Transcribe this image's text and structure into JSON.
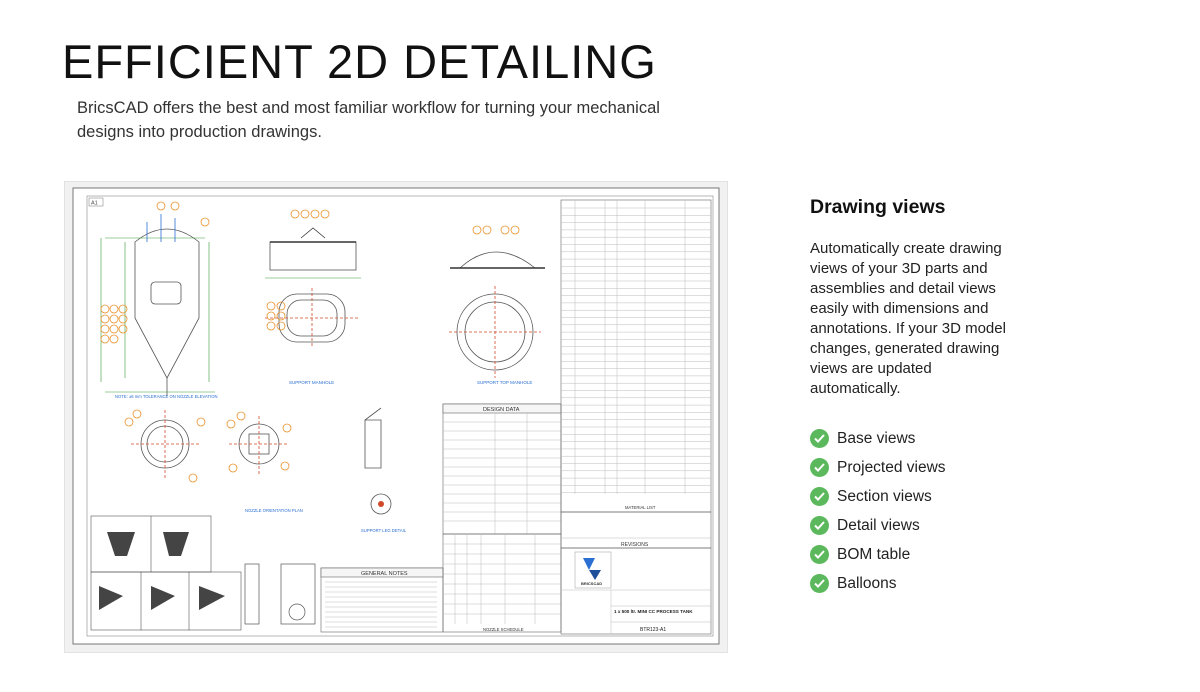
{
  "hero": {
    "title": "EFFICIENT 2D DETAILING",
    "subtitle": "BricsCAD offers the best and most familiar workflow for turning your mechanical designs into production drawings."
  },
  "drawing": {
    "sheet_label": "A1",
    "design_data_title": "DESIGN DATA",
    "general_notes_title": "GENERAL NOTES",
    "revisions_title": "REVISIONS",
    "material_list_title": "MATERIAL LIST",
    "nozzle_schedule_title": "NOZZLE SCHEDULE",
    "title_block_name": "1 x 500 ltr. MINI CC PROCESS TANK",
    "drawing_number": "BTR123-A1",
    "logo_text": "BRICSCAD",
    "views": {
      "support_manhole": "SUPPORT MANHOLE",
      "support_top_manhole": "SUPPORT TOP MANHOLE",
      "nozzle_orientation": "NOZZLE ORIENTATION PLAN",
      "support_leg": "SUPPORT LEG DETAIL",
      "note": "NOTE: ±6 mm TOLERANCE ON NOZZLE ELEVATION"
    }
  },
  "panel": {
    "heading": "Drawing views",
    "description": "Automatically create drawing views of your 3D parts and assemblies and detail views easily with dimensions and annotations. If your 3D model changes, generated drawing views are updated automatically.",
    "features": [
      "Base views",
      "Projected views",
      "Section views",
      "Detail views",
      "BOM table",
      "Balloons"
    ]
  },
  "colors": {
    "check": "#5cb85c",
    "drawing_line": "#555555",
    "drawing_red": "#d04a2a",
    "drawing_orange": "#e8922e",
    "drawing_green": "#3a9a3a",
    "drawing_blue": "#2a6fd1"
  }
}
